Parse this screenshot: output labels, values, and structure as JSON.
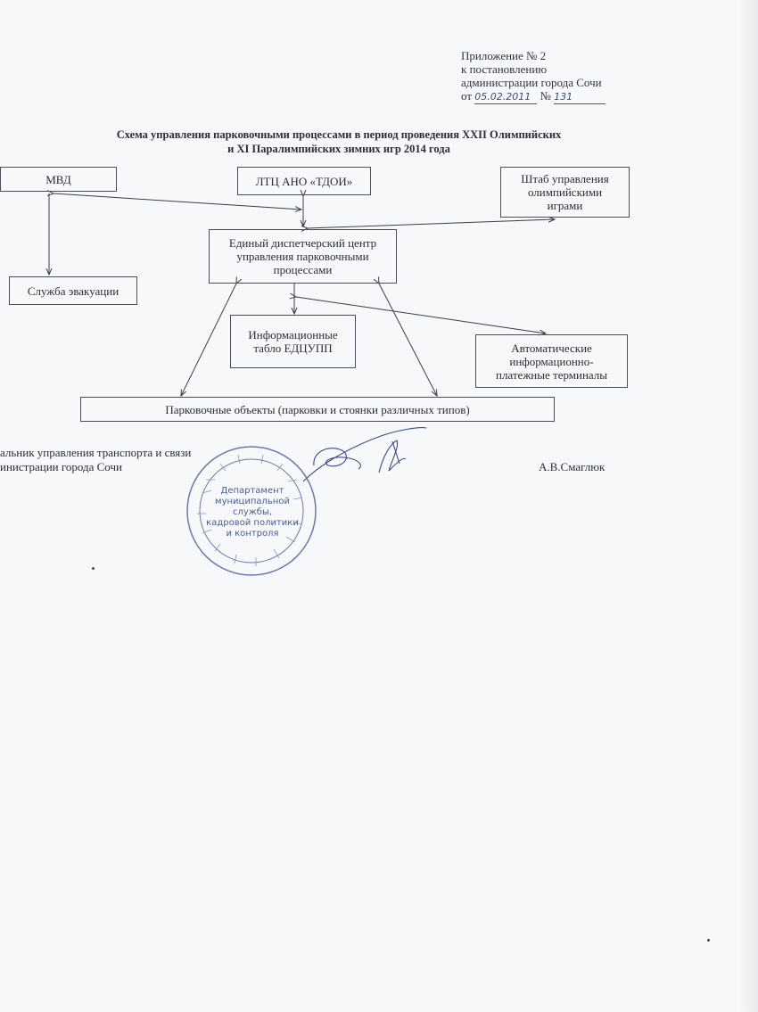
{
  "appendix": {
    "line1": "Приложение № 2",
    "line2": "к постановлению",
    "line3": "администрации  города Сочи",
    "date_prefix": "от",
    "date_value": "05.02.2011",
    "number_prefix": "№",
    "number_value": "131"
  },
  "title": {
    "line1": "Схема управления парковочными процессами в период проведения XXII Олимпийских",
    "line2": "и XI Паралимпийских зимних игр 2014 года"
  },
  "boxes": {
    "mvd": "МВД",
    "ltc": "ЛТЦ  АНО «ТДОИ»",
    "shtab_1": "Штаб управления",
    "shtab_2": "олимпийскими",
    "shtab_3": "играми",
    "center_1": "Единый диспетчерский центр",
    "center_2": "управления парковочными",
    "center_3": "процессами",
    "evac": "Служба эвакуации",
    "tablo_1": "Информационные",
    "tablo_2": "табло ЕДЦУПП",
    "terminals_1": "Автоматические",
    "terminals_2": "информационно-",
    "terminals_3": "платежные терминалы",
    "parking": "Парковочные объекты (парковки и стоянки различных типов)"
  },
  "signature": {
    "position_1": "альник  управления транспорта и связи",
    "position_2": "инистрации города  Сочи",
    "name": "А.В.Смаглюк"
  },
  "stamp": {
    "line1": "Департамент",
    "line2": "муниципальной",
    "line3": "службы,",
    "line4": "кадровой политики",
    "line5": "и контроля"
  },
  "colors": {
    "ink": "#2a2d35",
    "stamp": "#4b5a9a",
    "paper": "#f7f8fa"
  }
}
